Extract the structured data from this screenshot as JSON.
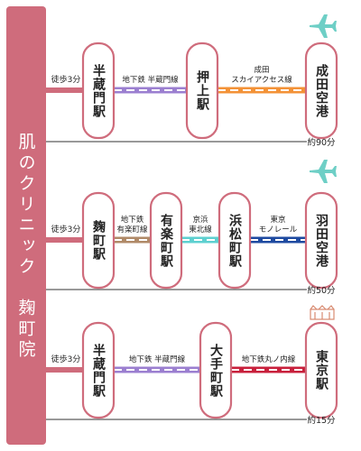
{
  "clinic": {
    "name": "肌のクリニック　麹町院"
  },
  "routes": [
    {
      "walk": "徒歩3分",
      "from_station": "半蔵門駅",
      "segments": [
        {
          "line": "地下鉄 半蔵門線",
          "color": "#9b7fd0"
        },
        {
          "line": "成田\nスカイアクセス線",
          "color": "#f39237"
        }
      ],
      "via_station": "押上駅",
      "to_station": "成田空港",
      "destination_icon": "airplane-icon",
      "total_time": "約90分"
    },
    {
      "walk": "徒歩3分",
      "from_station": "麹町駅",
      "segments": [
        {
          "line": "地下鉄\n有楽町線",
          "color": "#b08a68"
        },
        {
          "line": "京浜\n東北線",
          "color": "#5ed0d0"
        },
        {
          "line": "東京\nモノレール",
          "color": "#1e4aa0"
        }
      ],
      "via_stations": [
        "有楽町駅",
        "浜松町駅"
      ],
      "to_station": "羽田空港",
      "destination_icon": "airplane-icon",
      "total_time": "約50分"
    },
    {
      "walk": "徒歩3分",
      "from_station": "半蔵門駅",
      "segments": [
        {
          "line": "地下鉄 半蔵門線",
          "color": "#9b7fd0"
        },
        {
          "line": "地下鉄丸ノ内線",
          "color": "#c8203c"
        }
      ],
      "via_station": "大手町駅",
      "to_station": "東京駅",
      "destination_icon": "tokyo-station-icon",
      "total_time": "約15分"
    }
  ],
  "colors": {
    "accent": "#cf6c7c",
    "station_border": "#cf6c7c",
    "plane": "#6ecfc6",
    "station_icon": "#d88a70"
  }
}
